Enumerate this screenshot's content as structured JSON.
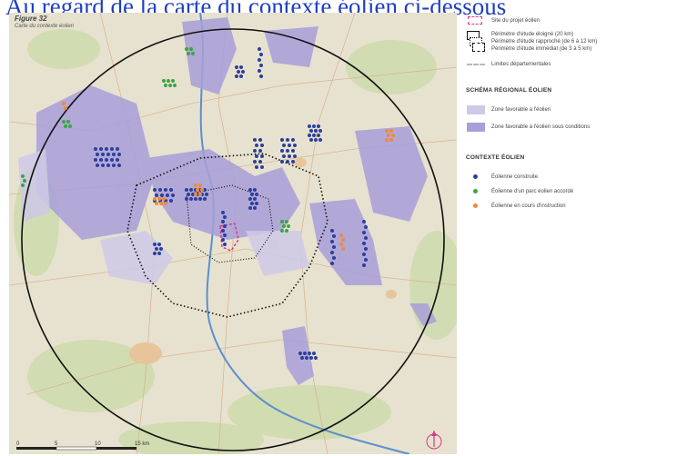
{
  "headline": "Au regard de la carte du contexte éolien ci-dessous",
  "figure": {
    "number": "Figure 32",
    "caption": "Carte du contexte éolien"
  },
  "legend": {
    "site": "Site du projet éolien",
    "perimeters": [
      "Périmètre d'étude éloigné (20 km)",
      "Périmètre d'étude rapproché (de 6 à 12 km)",
      "Périmètre d'étude immédiat (de 3 à 5 km)"
    ],
    "boundaries": "Limites départementales",
    "regional_title": "SCHÉMA RÉGIONAL ÉOLIEN",
    "zone_favorable": "Zone favorable à l'éolien",
    "zone_conditions": "Zone favorable à l'éolien sous conditions",
    "context_title": "CONTEXTE ÉOLIEN",
    "built": "Éolienne construite",
    "approved": "Éolienne d'un parc éolien accordé",
    "instruction": "Éolienne en cours d'instruction"
  },
  "colors": {
    "zone_favorable": "#cfc9e8",
    "zone_conditions": "#a89fd9",
    "built": "#2b3f9e",
    "approved": "#3aa544",
    "instruction": "#ef8a3a",
    "site": "#d6398c",
    "map_bg": "#e7e2cf",
    "headline": "#1f3fbf"
  },
  "scale": {
    "ticks": [
      "0",
      "5",
      "10",
      "15 km"
    ]
  }
}
